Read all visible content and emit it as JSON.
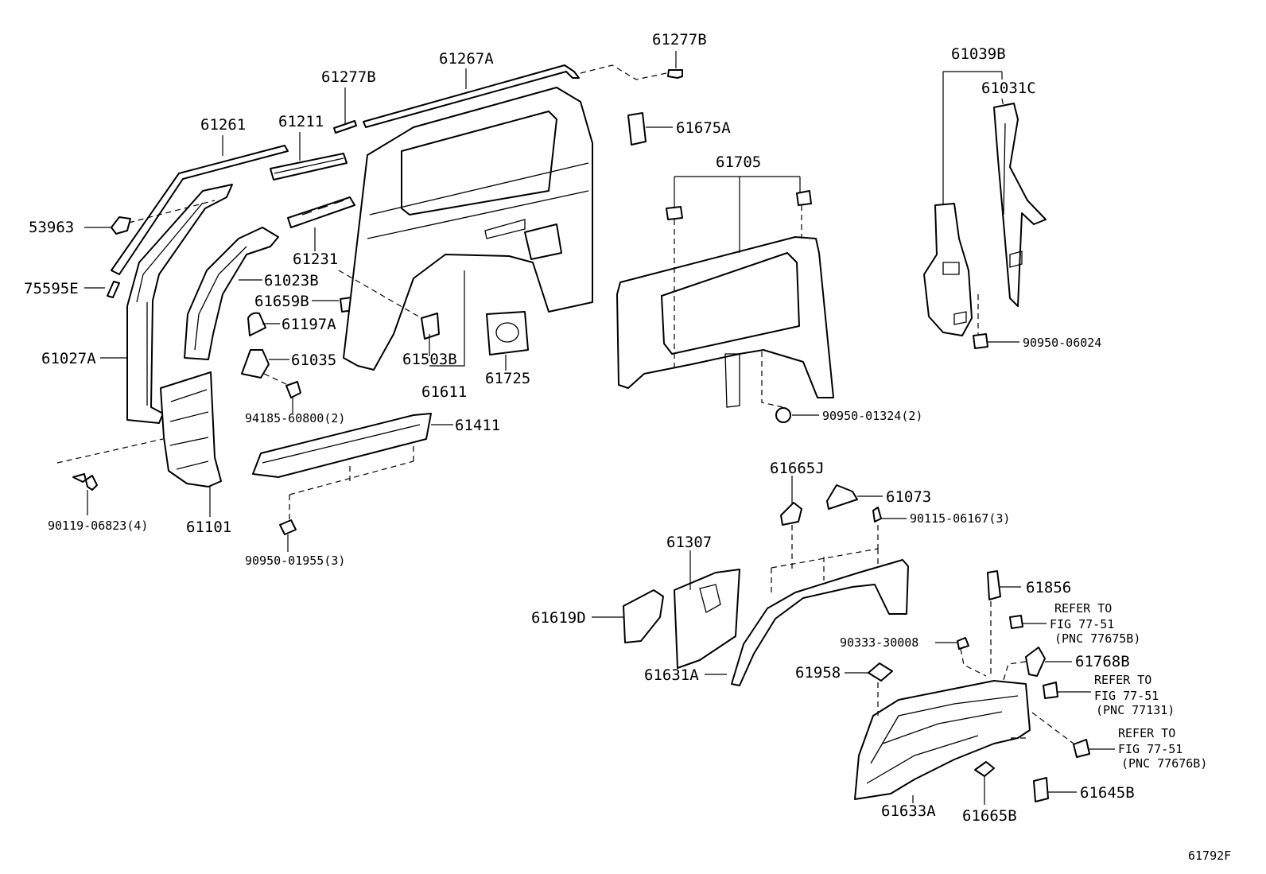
{
  "diagram_code": "61792F",
  "labels": {
    "p61277B_top": "61277B",
    "p61267A": "61267A",
    "p61277B": "61277B",
    "p61261": "61261",
    "p61211": "61211",
    "p53963": "53963",
    "p61231": "61231",
    "p75595E": "75595E",
    "p61023B": "61023B",
    "p61659B": "61659B",
    "p61197A": "61197A",
    "p61027A": "61027A",
    "p61035": "61035",
    "p94185": "94185-60800(2)",
    "p61503B": "61503B",
    "p61611": "61611",
    "p61725": "61725",
    "p61411": "61411",
    "p90119": "90119-06823(4)",
    "p61101": "61101",
    "p90950_01955": "90950-01955(3)",
    "p61675A": "61675A",
    "p61705": "61705",
    "p90950_01324": "90950-01324(2)",
    "p61039B": "61039B",
    "p61031C": "61031C",
    "p90950_06024": "90950-06024",
    "p61665J": "61665J",
    "p61073": "61073",
    "p90115": "90115-06167(3)",
    "p61307": "61307",
    "p61619D": "61619D",
    "p61631A": "61631A",
    "p61856": "61856",
    "p90333": "90333-30008",
    "p61958": "61958",
    "p61768B": "61768B",
    "p61633A": "61633A",
    "p61665B": "61665B",
    "p61645B": "61645B"
  },
  "refs": [
    {
      "line1": "REFER TO",
      "line2": "FIG 77-51",
      "line3": "(PNC 77675B)"
    },
    {
      "line1": "REFER TO",
      "line2": "FIG 77-51",
      "line3": "(PNC 77131)"
    },
    {
      "line1": "REFER TO",
      "line2": "FIG 77-51",
      "line3": "(PNC 77676B)"
    }
  ]
}
